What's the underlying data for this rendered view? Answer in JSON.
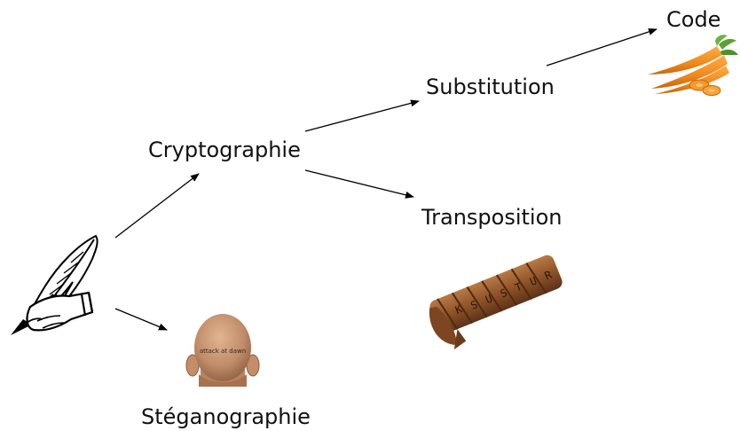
{
  "diagram": {
    "root": {
      "icon": "quill-pen-icon"
    },
    "nodes": {
      "cryptographie": "Cryptographie",
      "steganographie": "Stéganographie",
      "substitution": "Substitution",
      "transposition": "Transposition",
      "code": "Code"
    },
    "images": {
      "steganographie": "shaved-head-icon",
      "transposition": "scytale-icon",
      "code": "carrots-icon"
    },
    "head_text": "attack at dawn",
    "scytale_letters": [
      "K",
      "S",
      "U",
      "S",
      "T",
      "U",
      "R"
    ]
  },
  "colors": {
    "text": "#111111",
    "arrow": "#000000",
    "carrot": "#f08a1c",
    "leather": "#9a5a2c",
    "skin": "#c79673"
  }
}
